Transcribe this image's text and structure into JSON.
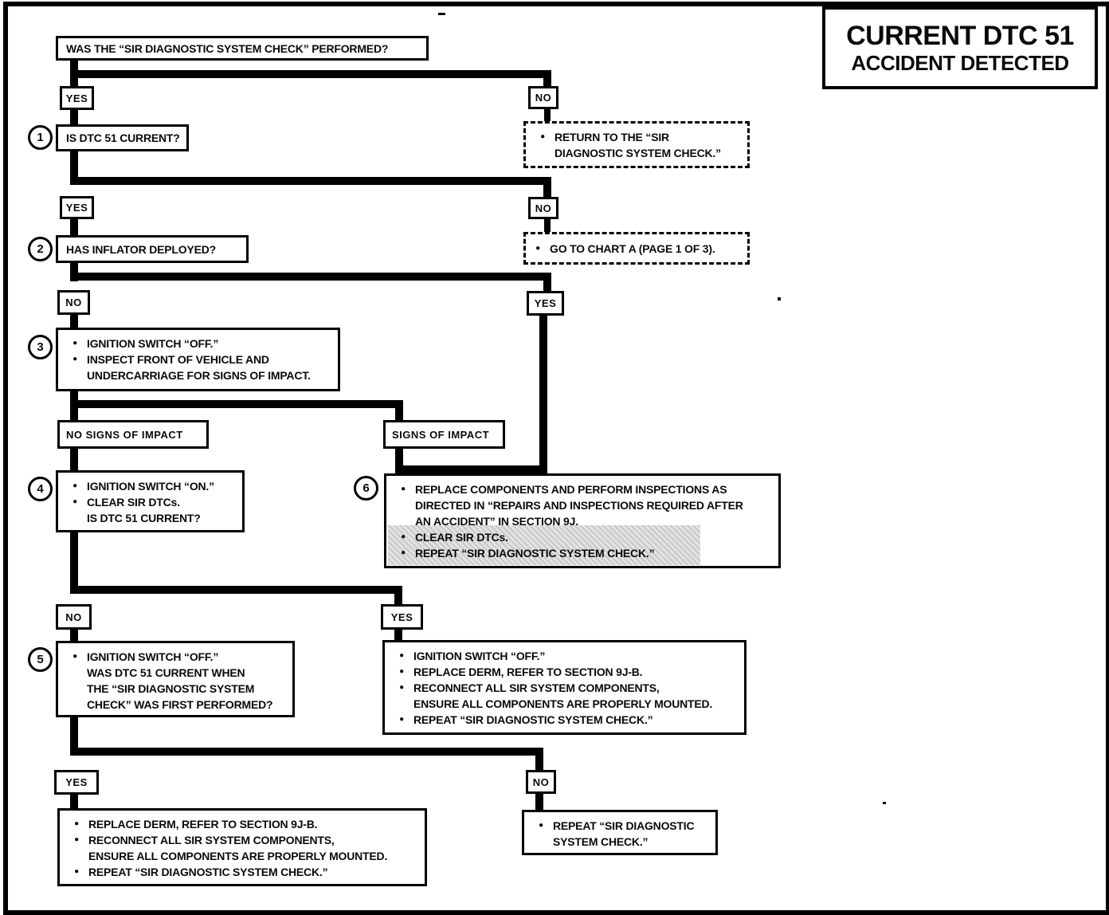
{
  "title": {
    "line1": "CURRENT DTC 51",
    "line2": "ACCIDENT DETECTED"
  },
  "glyphs": {
    "bullet": "●"
  },
  "labels": {
    "yes": "YES",
    "no": "NO",
    "no_signs": "NO SIGNS OF IMPACT",
    "signs": "SIGNS OF IMPACT"
  },
  "steps": {
    "start": {
      "text": "WAS THE “SIR DIAGNOSTIC SYSTEM CHECK” PERFORMED?"
    },
    "s1": {
      "num": "1",
      "text": "IS DTC 51 CURRENT?"
    },
    "s2": {
      "num": "2",
      "text": "HAS INFLATOR DEPLOYED?"
    },
    "s3": {
      "num": "3",
      "lines": [
        {
          "t": "IGNITION SWITCH “OFF.”"
        },
        {
          "t": "INSPECT FRONT OF VEHICLE AND"
        },
        {
          "t": "UNDERCARRIAGE FOR SIGNS OF IMPACT."
        }
      ]
    },
    "s4": {
      "num": "4",
      "lines": [
        {
          "t": "IGNITION SWITCH “ON.”"
        },
        {
          "t": "CLEAR SIR DTCs."
        },
        {
          "t": "IS DTC 51 CURRENT?"
        }
      ]
    },
    "s5": {
      "num": "5",
      "lines": [
        {
          "t": "IGNITION SWITCH “OFF.”"
        },
        {
          "t": "WAS DTC 51 CURRENT WHEN"
        },
        {
          "t": "THE “SIR DIAGNOSTIC SYSTEM"
        },
        {
          "t": "CHECK” WAS FIRST PERFORMED?"
        }
      ]
    },
    "s6": {
      "num": "6",
      "lines": [
        {
          "t": "REPLACE COMPONENTS AND PERFORM INSPECTIONS AS"
        },
        {
          "t": "DIRECTED IN “REPAIRS AND INSPECTIONS REQUIRED AFTER"
        },
        {
          "t": "AN ACCIDENT” IN SECTION 9J."
        },
        {
          "t": "CLEAR SIR DTCs."
        },
        {
          "t": "REPEAT “SIR DIAGNOSTIC SYSTEM CHECK.”"
        }
      ]
    },
    "return_check": {
      "lines": [
        {
          "t": "RETURN TO THE “SIR"
        },
        {
          "t": "DIAGNOSTIC SYSTEM CHECK.”"
        }
      ]
    },
    "goto_chart_a": {
      "lines": [
        {
          "t": "GO TO CHART A (PAGE 1 OF 3)."
        }
      ]
    },
    "row5_yes": {
      "lines": [
        {
          "t": "IGNITION SWITCH “OFF.”"
        },
        {
          "t": "REPLACE DERM, REFER TO SECTION 9J-B."
        },
        {
          "t": "RECONNECT ALL SIR SYSTEM COMPONENTS,"
        },
        {
          "t": "ENSURE ALL COMPONENTS ARE PROPERLY MOUNTED."
        },
        {
          "t": "REPEAT “SIR DIAGNOSTIC SYSTEM CHECK.”"
        }
      ]
    },
    "bottom_yes": {
      "lines": [
        {
          "t": "REPLACE DERM, REFER TO SECTION 9J-B."
        },
        {
          "t": "RECONNECT ALL SIR SYSTEM COMPONENTS,"
        },
        {
          "t": "ENSURE ALL COMPONENTS ARE PROPERLY MOUNTED."
        },
        {
          "t": "REPEAT “SIR DIAGNOSTIC SYSTEM CHECK.”"
        }
      ]
    },
    "bottom_no": {
      "lines": [
        {
          "t": "REPEAT “SIR DIAGNOSTIC"
        },
        {
          "t": "SYSTEM CHECK.”"
        }
      ]
    }
  }
}
